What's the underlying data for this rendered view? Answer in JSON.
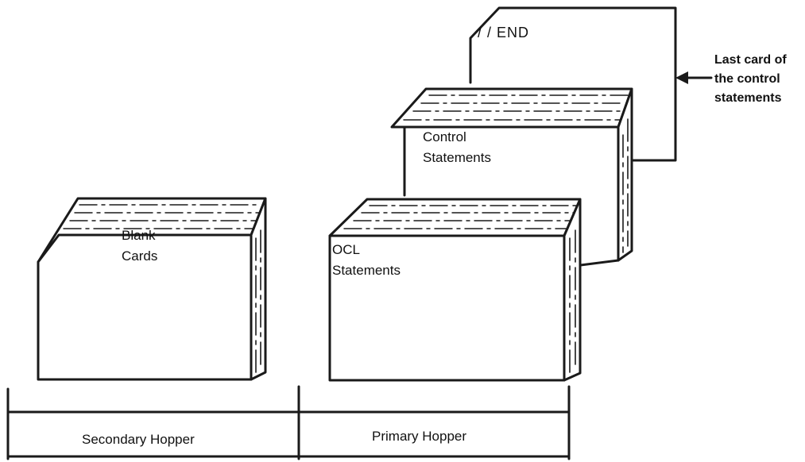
{
  "decks": {
    "blank": {
      "line1": "Blank",
      "line2": "Cards"
    },
    "ocl": {
      "line1": "OCL",
      "line2": "Statements"
    },
    "control": {
      "line1": "Control",
      "line2": "Statements"
    },
    "end_card": {
      "label": "/ / END"
    }
  },
  "callout": {
    "line1": "Last card of",
    "line2": "the control",
    "line3": "statements"
  },
  "hoppers": {
    "secondary": "Secondary Hopper",
    "primary": "Primary Hopper"
  }
}
